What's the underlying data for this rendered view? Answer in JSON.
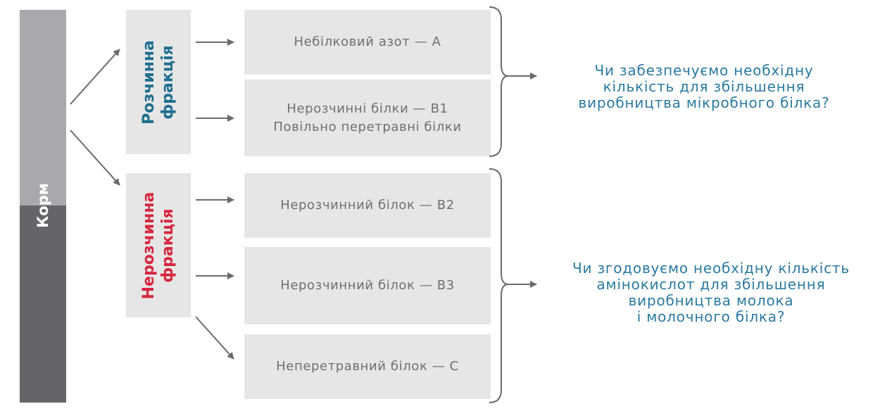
{
  "feed": {
    "label": "Корм"
  },
  "soluble_fraction": {
    "line1": "Розчинна",
    "line2": "фракція",
    "color": "#1d6e8f"
  },
  "insoluble_fraction": {
    "line1": "Нерозчинна",
    "line2": "фракція",
    "color": "#d7263d"
  },
  "protein_boxes": [
    {
      "line1": "Небілковий азот — A",
      "line2": ""
    },
    {
      "line1": "Нерозчинні білки — B1",
      "line2": "Повільно перетравні білки"
    },
    {
      "line1": "Нерозчинний білок — B2",
      "line2": ""
    },
    {
      "line1": "Нерозчинний білок — B3",
      "line2": ""
    },
    {
      "line1": "Неперетравний білок — C",
      "line2": ""
    }
  ],
  "questions": [
    {
      "lines": [
        "Чи забезпечуємо необхідну",
        "кількість для збільшення",
        "виробництва мікробного білка?"
      ]
    },
    {
      "lines": [
        "Чи згодовуємо необхідну кількість",
        "амінокислот для збільшення",
        "виробництва молока",
        "і молочного білка?"
      ]
    }
  ],
  "colors": {
    "question_text": "#2a7aa0",
    "box_fill": "#e6e6e6",
    "arrow": "#6b6b6b"
  }
}
